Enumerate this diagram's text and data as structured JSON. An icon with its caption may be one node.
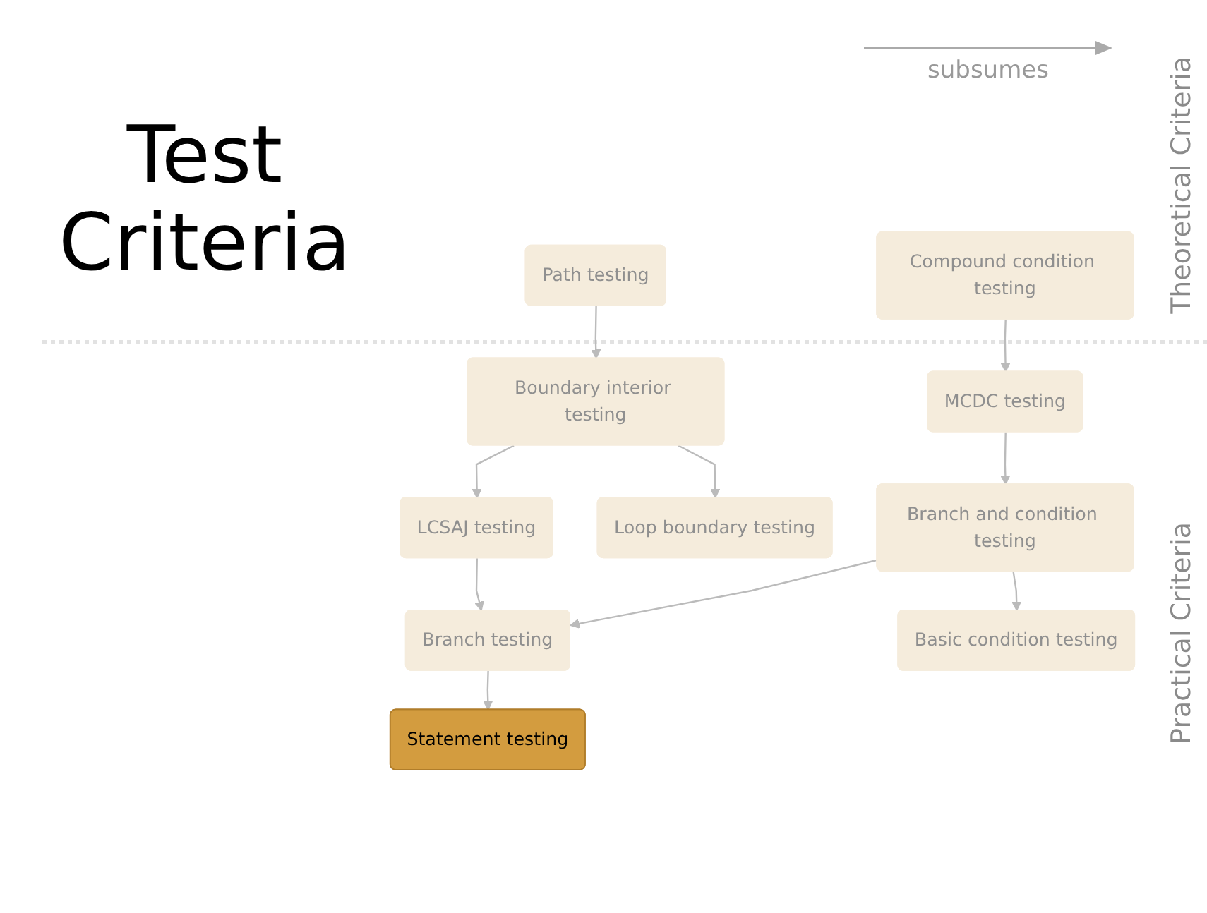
{
  "diagram": {
    "title": "Test Criteria",
    "nodes": [
      {
        "text": [
          "Path testing"
        ]
      },
      {
        "text": [
          "Boundary interior testing"
        ]
      },
      {
        "text": [
          "Compound condition testing"
        ]
      },
      {
        "text": [
          "MCDC testing"
        ]
      },
      {
        "text": [
          "LCSAJ testing"
        ]
      },
      {
        "text": [
          "Branch and condition testing"
        ]
      },
      {
        "text": [
          "Branch testing"
        ]
      },
      {
        "text": [
          "Loop boundary testing"
        ]
      },
      {
        "text": [
          "Statement testing"
        ]
      },
      {
        "text": [
          "Basic condition testing"
        ]
      }
    ],
    "edges": [
      {
        "from": 0,
        "to": 1,
        "arrow": "to"
      },
      {
        "from": 1,
        "to": 4,
        "arrow": "to"
      },
      {
        "from": 1,
        "to": 7,
        "arrow": "to"
      },
      {
        "from": 2,
        "to": 3,
        "arrow": "to"
      },
      {
        "from": 3,
        "to": 5,
        "arrow": "to"
      },
      {
        "from": 4,
        "to": 6,
        "arrow": "to"
      },
      {
        "from": 5,
        "to": 6,
        "arrow": "to"
      },
      {
        "from": 5,
        "to": 9,
        "arrow": "to"
      },
      {
        "from": 6,
        "to": 8,
        "arrow": "to"
      }
    ],
    "labels": [
      "Theoretical Criteria",
      "Practical Criteria"
    ],
    "legend": [
      {
        "text": "subsumes"
      }
    ]
  }
}
